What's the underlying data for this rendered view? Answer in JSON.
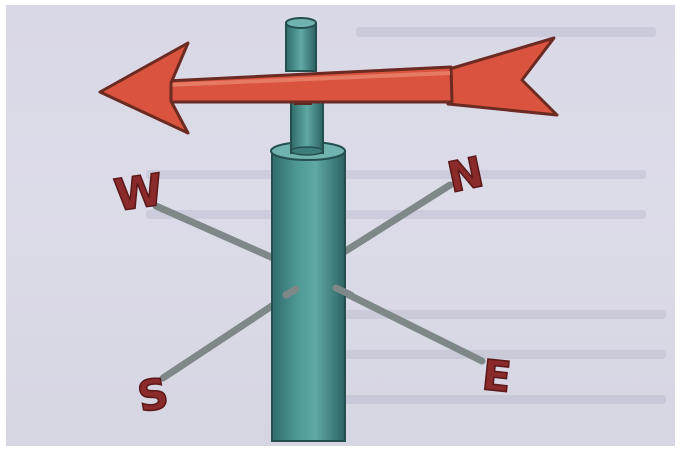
{
  "image": {
    "subject": "weather-vane",
    "colors": {
      "background": "#dad9e6",
      "arrow": "#d9533f",
      "arrow_outline": "#6b2a22",
      "pole": "#3f8a86",
      "pole_dark": "#2f6b69",
      "pole_light": "#6fb2ae",
      "rod": "#8b9494",
      "letters": "#8a2a2a"
    }
  },
  "compass": {
    "north": "N",
    "east": "E",
    "south": "S",
    "west": "W"
  }
}
